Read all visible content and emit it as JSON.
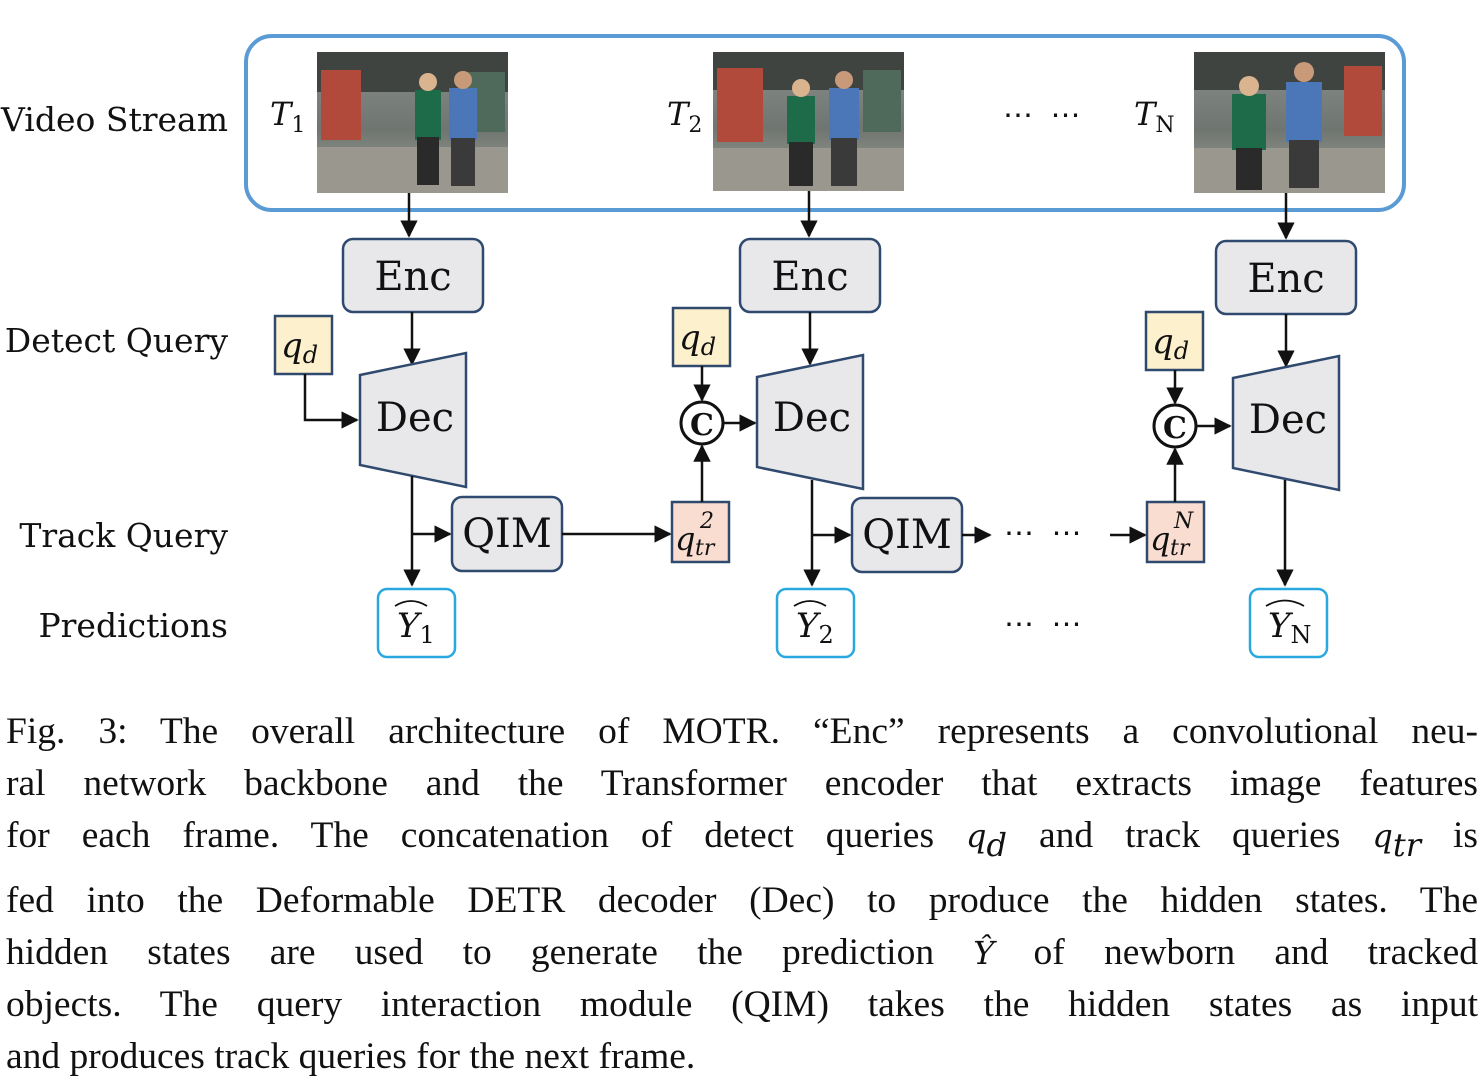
{
  "row_labels": {
    "video_stream": "Video Stream",
    "detect_query": "Detect Query",
    "track_query": "Track Query",
    "predictions": "Predictions"
  },
  "frames": [
    {
      "label_base": "T",
      "label_sub": "1"
    },
    {
      "label_base": "T",
      "label_sub": "2"
    },
    {
      "label_base": "T",
      "label_sub": "N"
    }
  ],
  "frame_dots": "⋯ ⋯",
  "encoder_label": "Enc",
  "decoder_label": "Dec",
  "qim_label": "QIM",
  "concat_symbol": "C",
  "detect_query": {
    "base": "q",
    "sub": "d"
  },
  "track_queries": [
    {
      "base": "q",
      "sub": "tr",
      "sup": "2"
    },
    {
      "base": "q",
      "sub": "tr",
      "sup": "N"
    }
  ],
  "track_dots": "⋯ ⋯",
  "prediction_dots": "⋯ ⋯",
  "predictions": [
    {
      "base": "Y",
      "sub": "1"
    },
    {
      "base": "Y",
      "sub": "2"
    },
    {
      "base": "Y",
      "sub": "N"
    }
  ],
  "caption": {
    "lines": [
      "Fig. 3: The overall architecture of MOTR. “Enc” represents a convolutional neu-",
      "ral network backbone and the Transformer encoder that extracts image features",
      "for each frame. The concatenation of detect queries q_d and track queries q_tr is",
      "fed into the Deformable DETR decoder (Dec) to produce the hidden states. The",
      "hidden states are used to generate the prediction Ŷ of newborn and tracked",
      "objects. The query interaction module (QIM) takes the hidden states as input",
      "and produces track queries for the next frame."
    ],
    "l3_a": "for each frame. The concatenation of detect queries ",
    "l3_q1": "q",
    "l3_q1_sub": "d",
    "l3_b": " and track queries ",
    "l3_q2": "q",
    "l3_q2_sub": "tr",
    "l3_c": " is",
    "l5_a": "hidden states are used to generate the prediction ",
    "l5_y": "Ŷ",
    "l5_b": " of newborn and tracked"
  },
  "colors": {
    "video_border": "#5b9bd5",
    "node_fill": "#e8e8ea",
    "node_border": "#2f4a6e",
    "detect_query_fill": "#fdf0cc",
    "track_query_fill": "#f9ddd0",
    "prediction_border": "#29a8e0"
  }
}
